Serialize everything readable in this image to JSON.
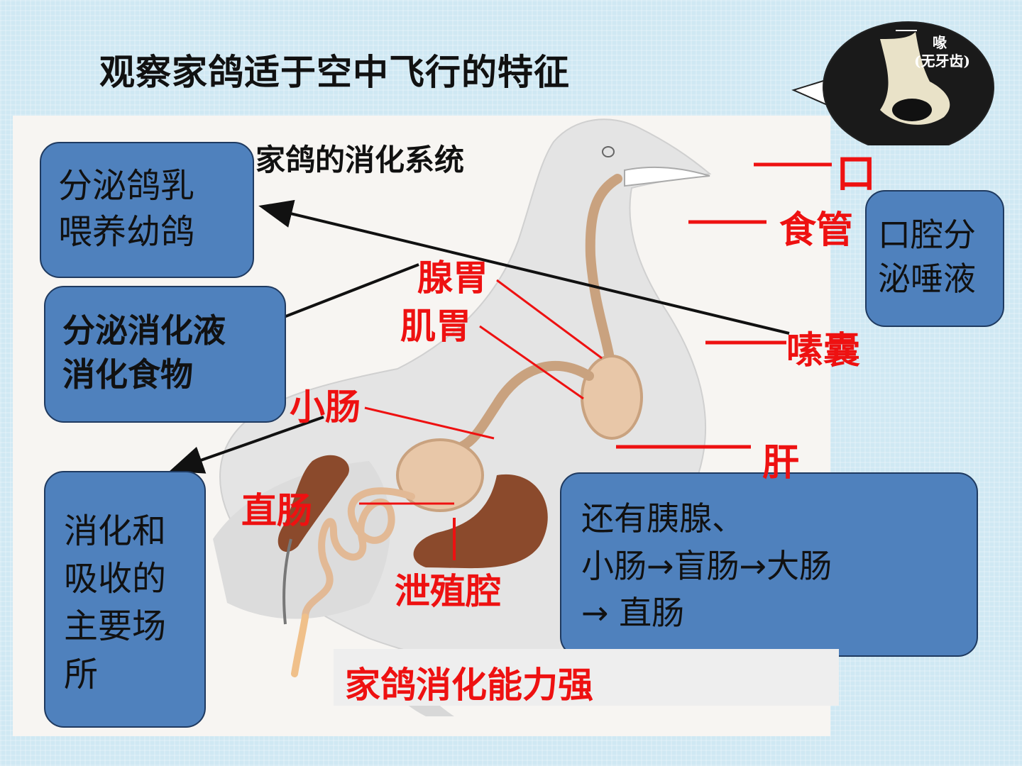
{
  "title": "观察家鸽适于空中飞行的特征",
  "subtitle": "家鸽的消化系统",
  "footer": "家鸽消化能力强",
  "beak_bubble": {
    "line1": "喙",
    "line2": "(无牙齿)"
  },
  "info_boxes": {
    "crop_milk": {
      "line1": "分泌鸽乳",
      "line2": "喂养幼鸽"
    },
    "digestive_juice": {
      "line1": "分泌消化液",
      "line2": "消化食物"
    },
    "small_intestine": {
      "line1": "消化和",
      "line2": "吸收的",
      "line3": "主要场",
      "line4": "所"
    },
    "mouth": {
      "line1": "口腔分",
      "line2": "泌唾液"
    },
    "other": {
      "line1": "还有胰腺、",
      "line2": "小肠→盲肠→大肠",
      "line3": "→ 直肠"
    }
  },
  "organ_labels": {
    "mouth": "口",
    "esophagus": "食管",
    "crop": "嗉囊",
    "liver": "肝",
    "proventriculus": "腺胃",
    "gizzard": "肌胃",
    "small_intestine": "小肠",
    "rectum": "直肠",
    "cloaca": "泄殖腔"
  },
  "colors": {
    "box_fill": "#4f81bd",
    "label_red": "#ee1111",
    "background": "#cfe8f3"
  }
}
